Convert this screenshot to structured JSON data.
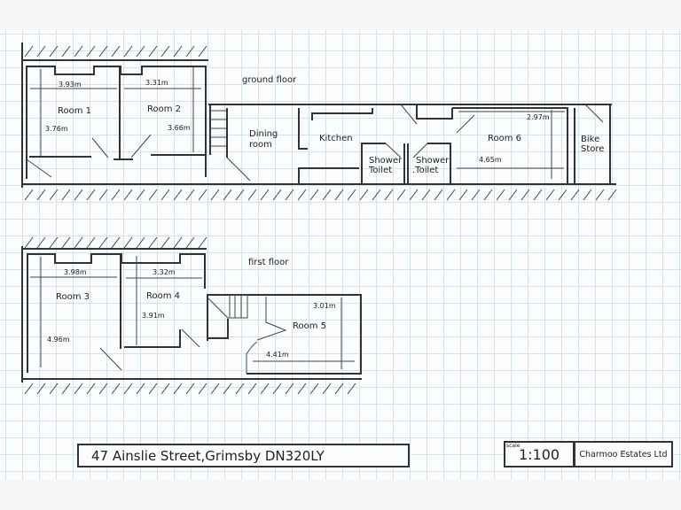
{
  "ground_floor": {
    "heading": "ground floor",
    "rooms": [
      {
        "name": "Room 1",
        "width": "3.93m",
        "depth": "3.76m"
      },
      {
        "name": "Room 2",
        "width": "3.31m",
        "depth": "3.66m"
      },
      {
        "name_line1": "Dining",
        "name_line2": "room"
      },
      {
        "name": "Kitchen"
      },
      {
        "name_line1": "Shower",
        "name_line2": "Toilet"
      },
      {
        "name_line1": "Shower",
        "name_line2": ".Toilet"
      },
      {
        "name": "Room 6",
        "width": "4.65m",
        "depth": "2.97m"
      },
      {
        "name_line1": "Bike",
        "name_line2": "Store"
      }
    ]
  },
  "first_floor": {
    "heading": "first floor",
    "rooms": [
      {
        "name": "Room 3",
        "width": "3.98m",
        "depth": "4.96m"
      },
      {
        "name": "Room 4",
        "width": "3.32m",
        "depth": "3.91m"
      },
      {
        "name": "Room 5",
        "width": "4.41m",
        "depth": "3.01m"
      }
    ]
  },
  "title_block": {
    "address": "47 Ainslie Street,Grimsby DN320LY",
    "scale_label": "scale",
    "scale": "1:100",
    "company": "Charmoo Estates Ltd"
  }
}
